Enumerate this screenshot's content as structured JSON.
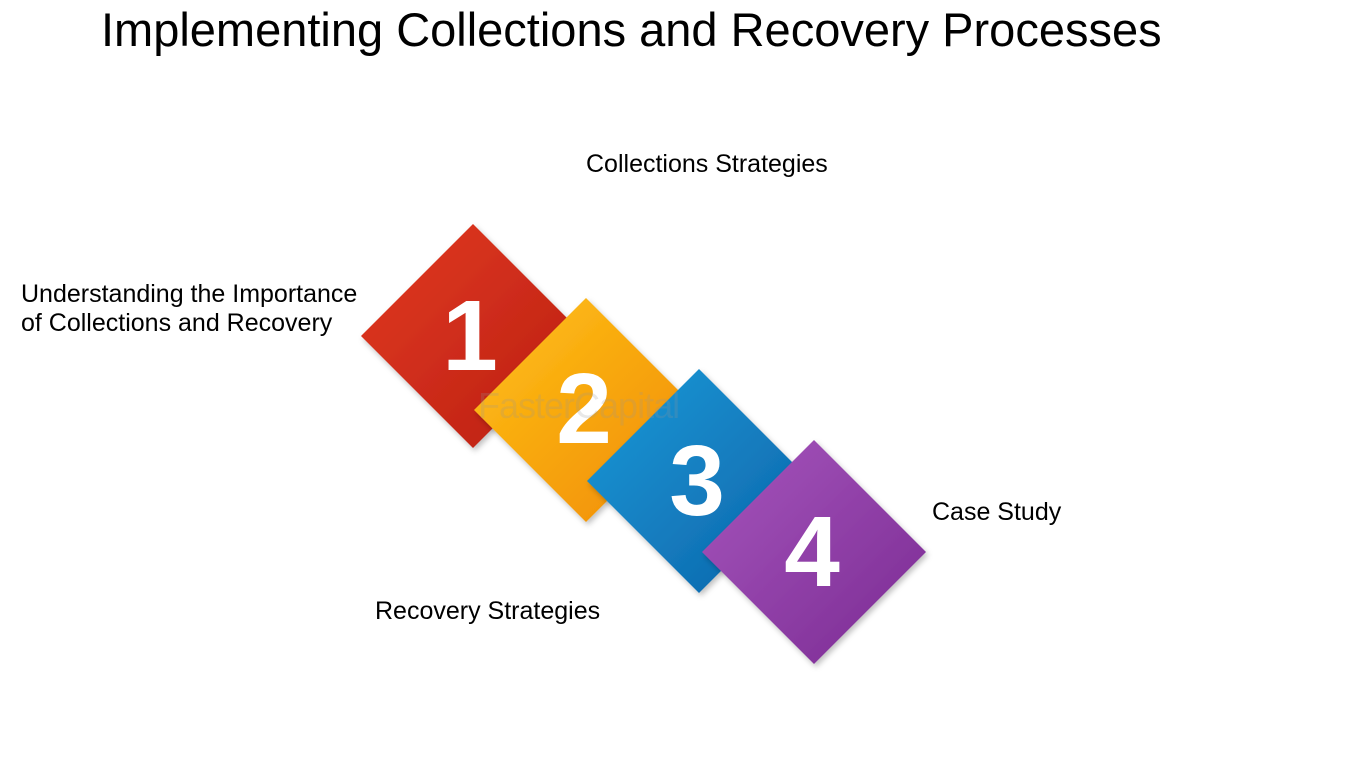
{
  "title": "Implementing Collections and Recovery Processes",
  "steps": [
    {
      "number": "1",
      "label": "Understanding the Importance of Collections and Recovery",
      "color": "#d42c1c"
    },
    {
      "number": "2",
      "label": "Collections Strategies",
      "color": "#f6a306"
    },
    {
      "number": "3",
      "label": "Recovery Strategies",
      "color": "#1280c4"
    },
    {
      "number": "4",
      "label": "Case Study",
      "color": "#8e3aa6"
    }
  ],
  "watermark": "FasterCapital"
}
